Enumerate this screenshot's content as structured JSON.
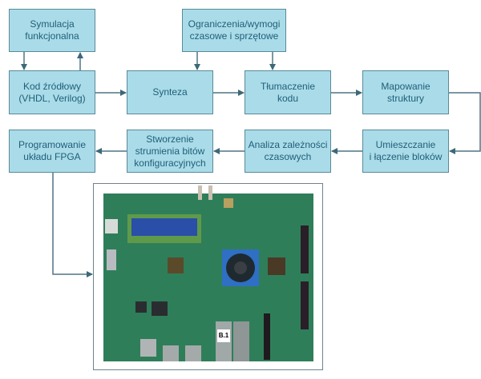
{
  "diagram": {
    "title": "FPGA design flow",
    "boxes": {
      "simulation": [
        "Symulacja",
        "funkcjonalna"
      ],
      "constraints": [
        "Ograniczenia/wymogi",
        "czasowe i sprzętowe"
      ],
      "source_code": [
        "Kod źródłowy",
        "(VHDL, Verilog)"
      ],
      "synthesis": [
        "Synteza"
      ],
      "translation": [
        "Tłumaczenie",
        "kodu"
      ],
      "mapping": [
        "Mapowanie",
        "struktury"
      ],
      "place_route": [
        "Umieszczanie",
        "i łączenie bloków"
      ],
      "timing_analysis": [
        "Analiza zależności",
        "czasowych"
      ],
      "bitstream": [
        "Stworzenie",
        "strumienia bitów",
        "konfiguracyjnych"
      ],
      "programming": [
        "Programowanie",
        "układu FPGA"
      ]
    },
    "board_image": {
      "description": "FPGA development board photo",
      "label": "B.1"
    },
    "colors": {
      "box_fill": "#a9dce8",
      "box_border": "#5a8a98",
      "text": "#215e7a",
      "arrow": "#4f7584",
      "pcb": "#2f7e5a",
      "heatsink": "#2f6fc4",
      "lcd": "#2a4fa8"
    }
  }
}
